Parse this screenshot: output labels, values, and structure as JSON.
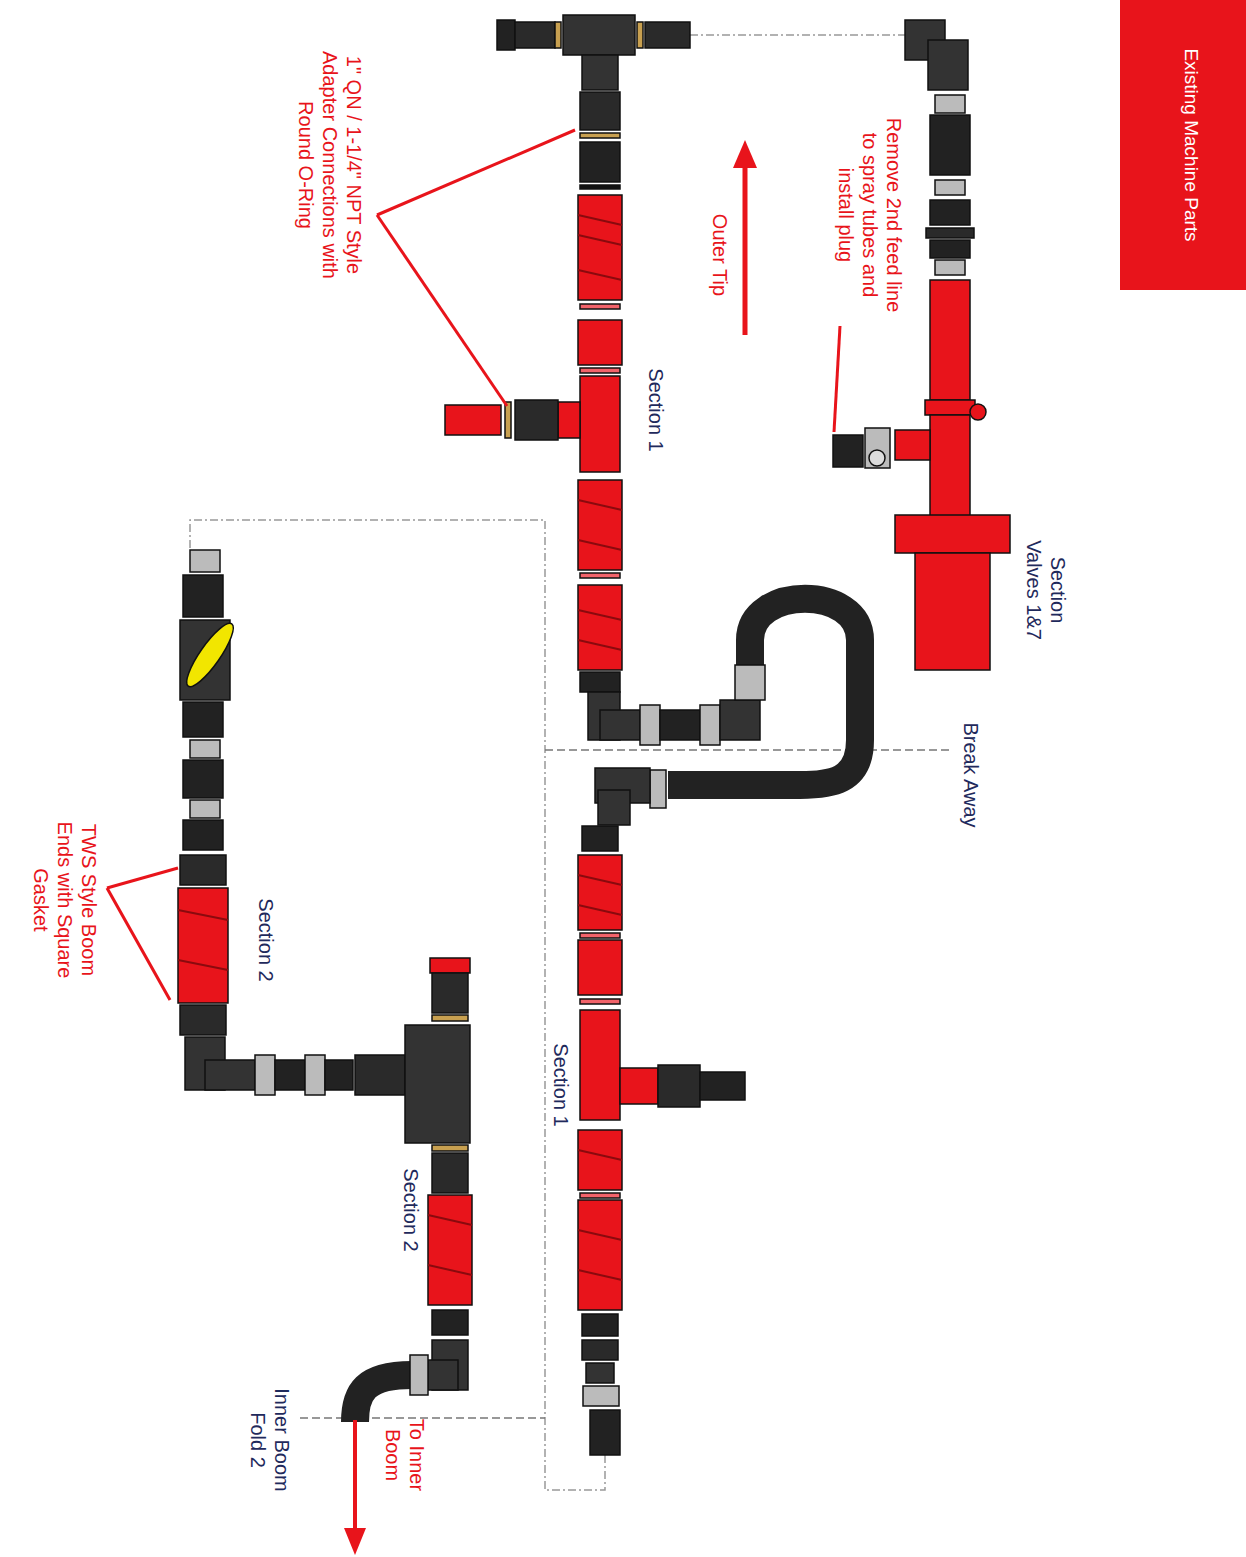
{
  "diagram": {
    "nodes": [
      {
        "text": [
          "Existing Machine Parts"
        ]
      }
    ],
    "labels": [
      "1\" QN / 1-1/4\" NPT Style Adapter Connections with Round O-Ring",
      "Outer Tip",
      "Remove 2nd feed line to spray tubes and install plug",
      "Section Valves 1&7",
      "Section 1",
      "Break Away",
      "Section 1",
      "Section 2",
      "TWS Style Boom Ends with Square Gasket",
      "Section 2",
      "Inner Boom Fold 2",
      "To Inner Boom"
    ]
  }
}
